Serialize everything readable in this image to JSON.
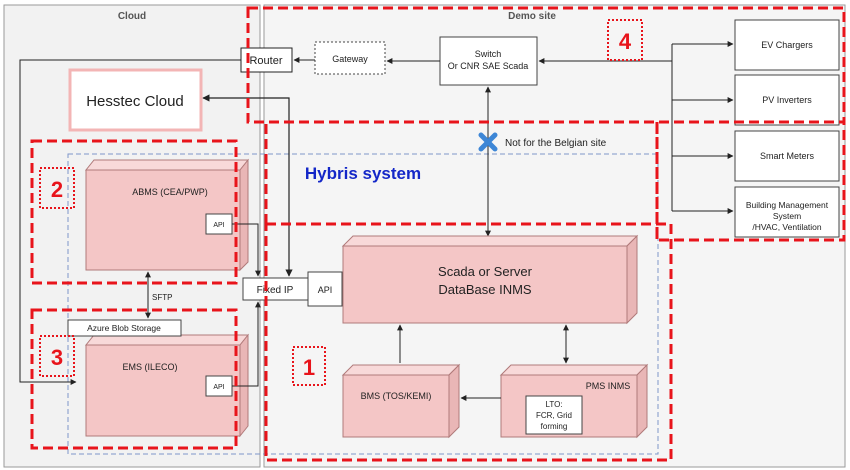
{
  "regions": {
    "cloud_label": "Cloud",
    "demo_label": "Demo site",
    "hybris_label": "Hybris system"
  },
  "nodes": {
    "router": "Router",
    "gateway": "Gateway",
    "switch_line1": "Switch",
    "switch_line2": "Or CNR SAE Scada",
    "hesstec_cloud": "Hesstec Cloud",
    "abms": "ABMS (CEA/PWP)",
    "ems": "EMS (ILECO)",
    "api_abms": "API",
    "api_ems": "API",
    "api_scada": "API",
    "fixed_ip": "Fixed IP",
    "sftp": "SFTP",
    "azure_blob": "Azure Blob Storage",
    "scada_line1": "Scada or Server",
    "scada_line2": "DataBase INMS",
    "bms": "BMS (TOS/KEMI)",
    "pms": "PMS INMS",
    "lto_line1": "LTO:",
    "lto_line2": "FCR, Grid",
    "lto_line3": "forming",
    "ev_chargers": "EV Chargers",
    "pv_inverters": "PV Inverters",
    "smart_meters": "Smart Meters",
    "bms_building_line1": "Building Management",
    "bms_building_line2": "System",
    "bms_building_line3": "/HVAC, Ventilation",
    "not_belgian": "Not for the Belgian site"
  },
  "markers": {
    "m1": "1",
    "m2": "2",
    "m3": "3",
    "m4": "4"
  },
  "colors": {
    "red_dash": "#e8141b",
    "box_fill": "#f4c6c6",
    "box_stroke": "#b07a7a",
    "blue_text": "#1427c8",
    "blue_dash": "#7f96c9",
    "cross": "#3d86d6",
    "hesstec_border": "#f3b5b5"
  }
}
